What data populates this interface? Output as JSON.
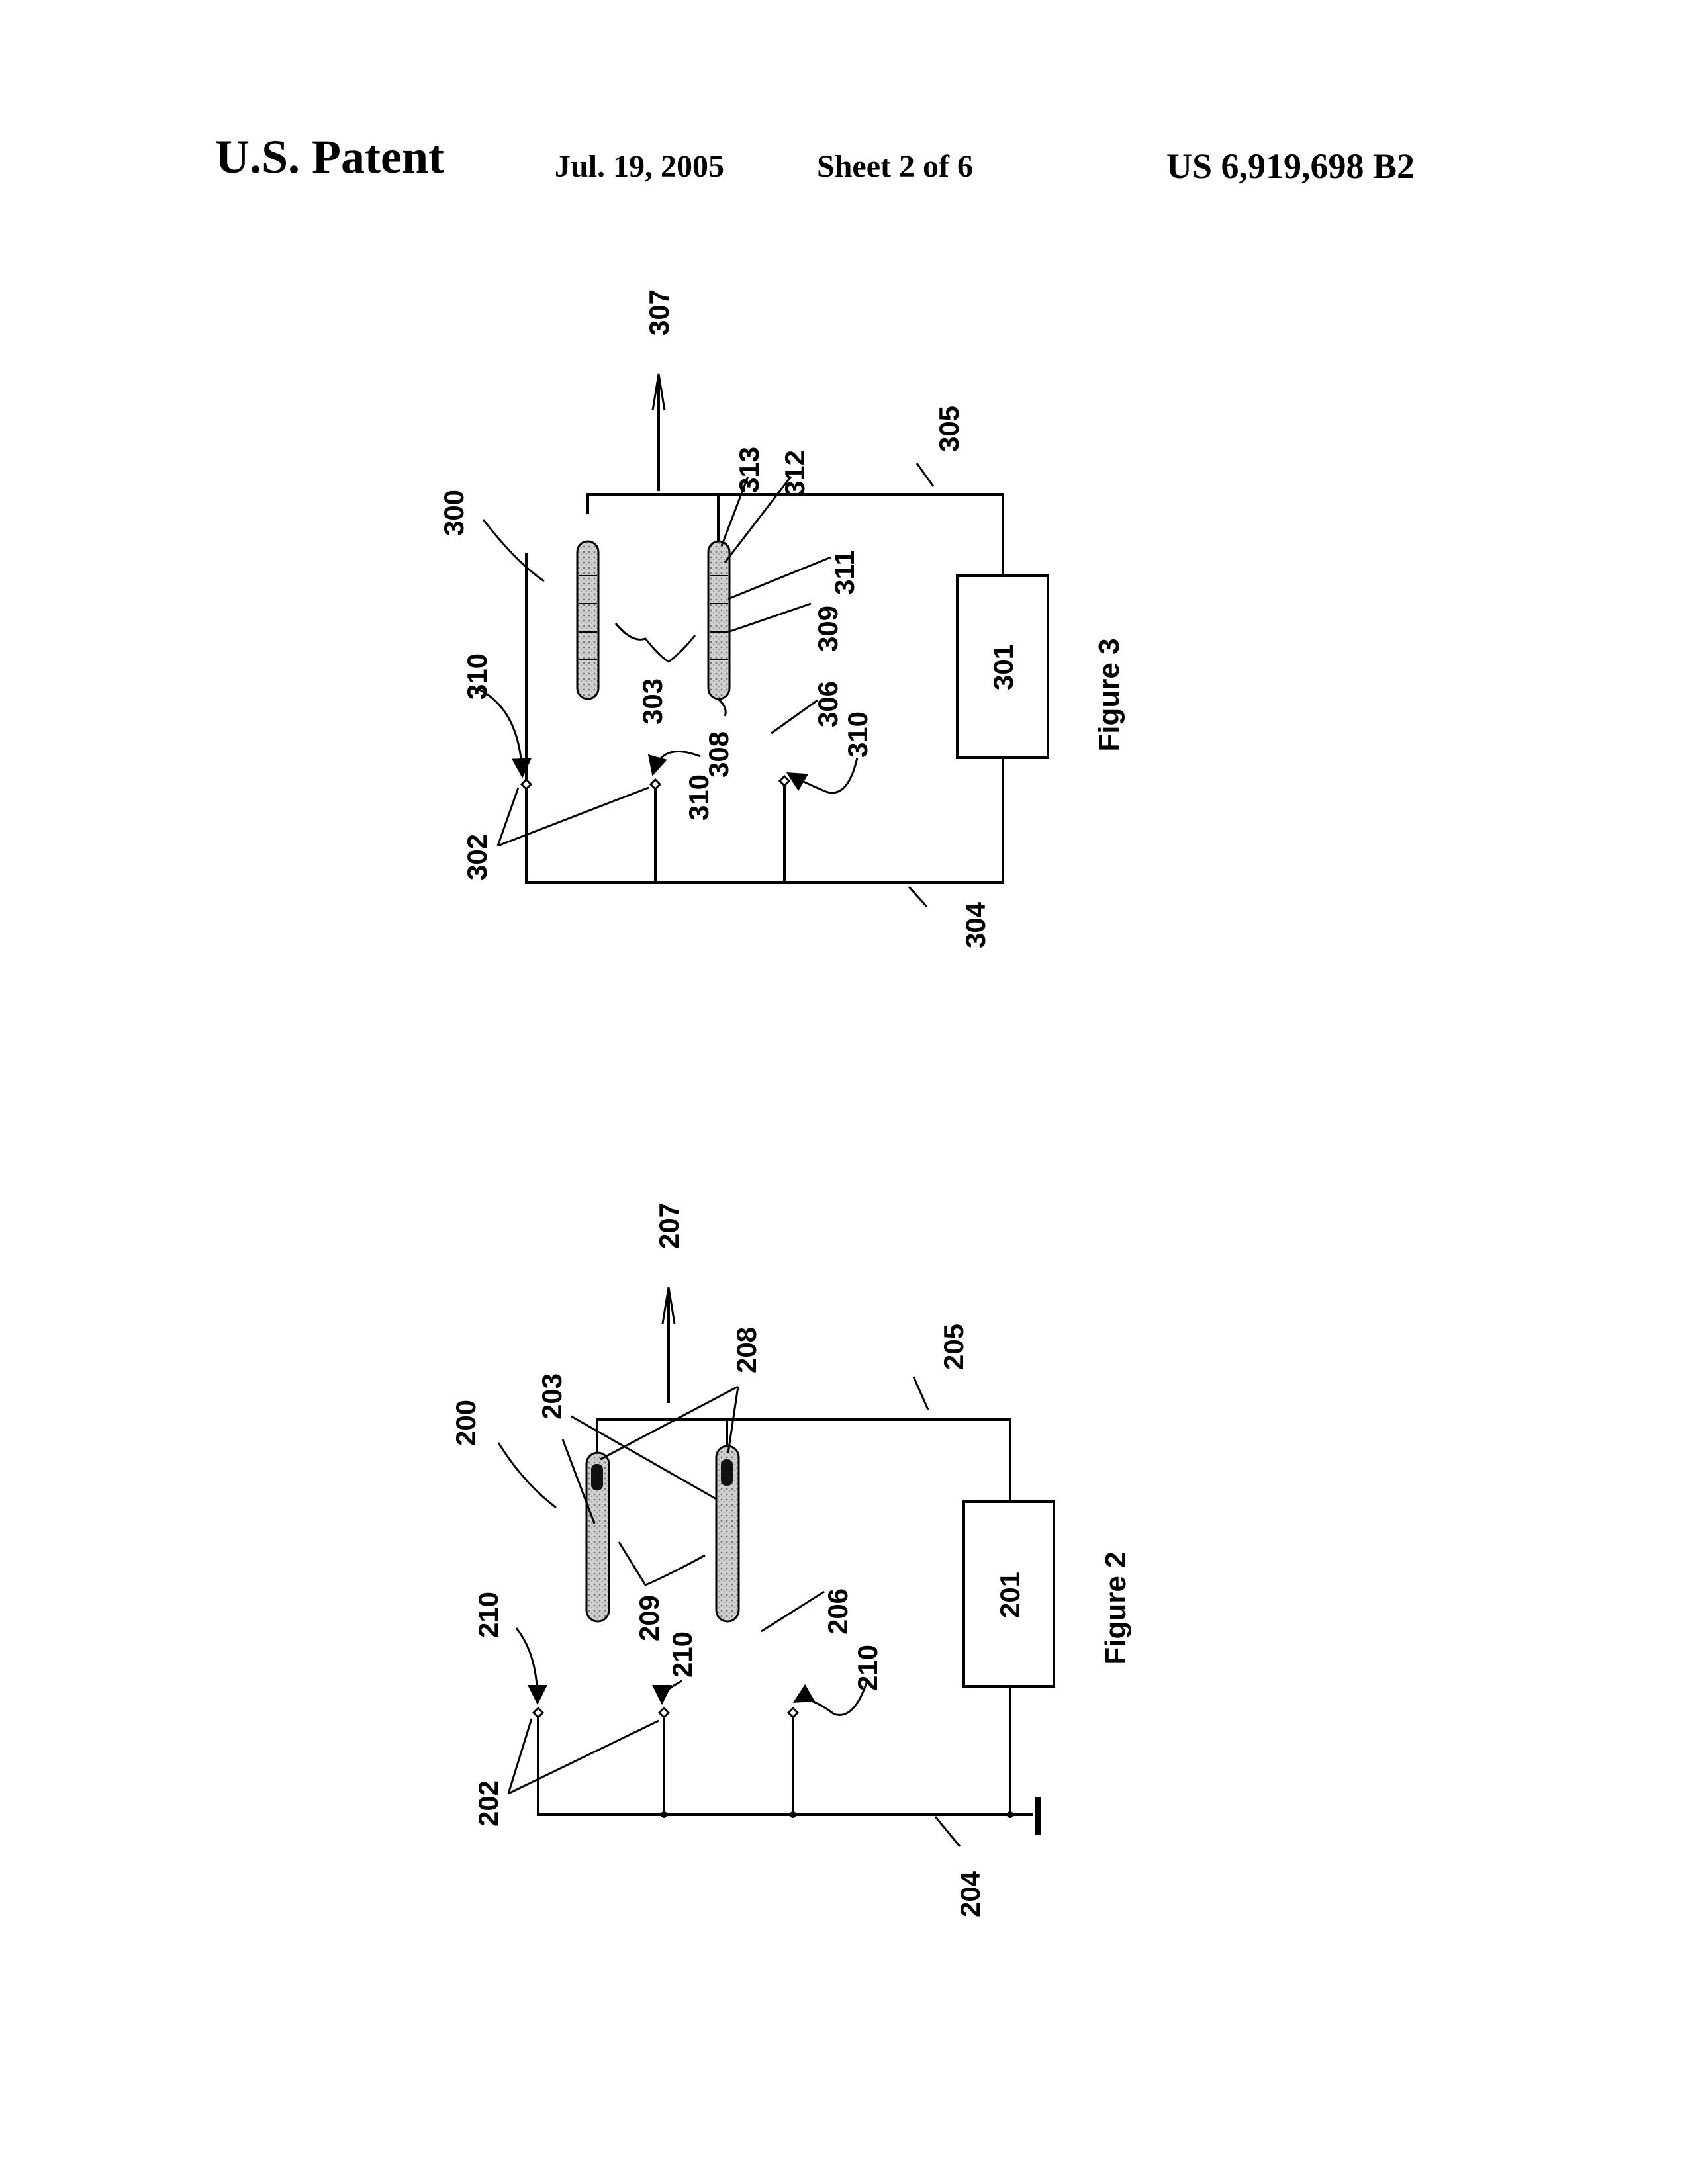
{
  "header": {
    "title": "U.S. Patent",
    "date": "Jul. 19, 2005",
    "sheet": "Sheet 2 of 6",
    "patent_number": "US 6,919,698 B2"
  },
  "figure3": {
    "caption": "Figure 3",
    "labels": {
      "system": "300",
      "source": "301",
      "electrodes": "302",
      "tubes": "303",
      "ground_wire": "304",
      "supply_wire": "305",
      "gap": "306",
      "output": "307",
      "seg308": "308",
      "seg309": "309",
      "tip_a": "310",
      "tip_b": "310",
      "tip_c": "310",
      "seg311": "311",
      "seg312": "312",
      "seg313": "313"
    }
  },
  "figure2": {
    "caption": "Figure 2",
    "labels": {
      "system": "200",
      "source": "201",
      "electrodes": "202",
      "tubes": "203",
      "ground_wire": "204",
      "supply_wire": "205",
      "gap": "206",
      "output": "207",
      "ends": "208",
      "fill": "209",
      "tip_a": "210",
      "tip_b": "210",
      "tip_c": "210"
    }
  }
}
